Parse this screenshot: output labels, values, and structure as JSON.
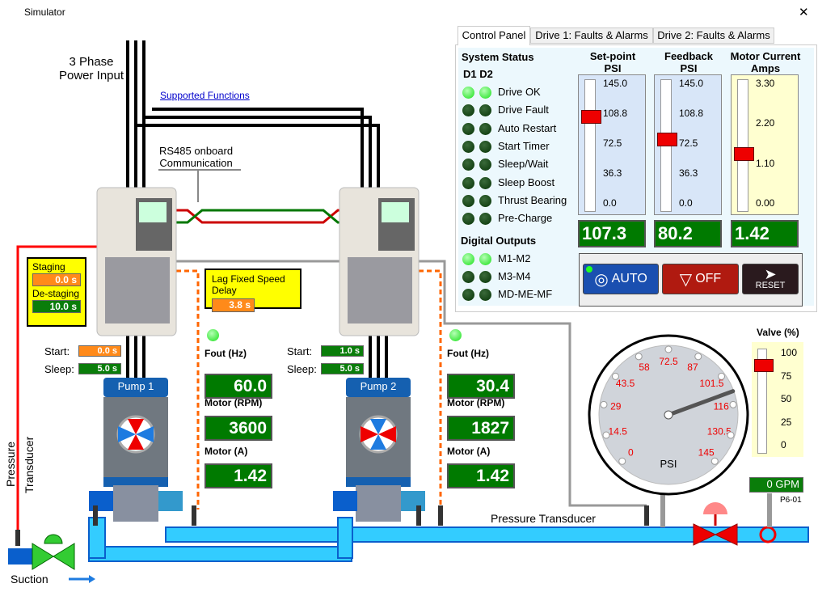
{
  "window": {
    "title": "Simulator",
    "close": "✕"
  },
  "tabs": [
    {
      "label": "Control Panel",
      "active": true
    },
    {
      "label": "Drive 1: Faults & Alarms"
    },
    {
      "label": "Drive 2: Faults & Alarms"
    }
  ],
  "status": {
    "title": "System Status",
    "cols": "D1 D2",
    "items": [
      {
        "label": "Drive OK",
        "d1": true,
        "d2": true
      },
      {
        "label": "Drive Fault",
        "d1": false,
        "d2": false
      },
      {
        "label": "Auto Restart",
        "d1": false,
        "d2": false
      },
      {
        "label": "Start Timer",
        "d1": false,
        "d2": false
      },
      {
        "label": "Sleep/Wait",
        "d1": false,
        "d2": false
      },
      {
        "label": "Sleep Boost",
        "d1": false,
        "d2": false
      },
      {
        "label": "Thrust Bearing",
        "d1": false,
        "d2": false
      },
      {
        "label": "Pre-Charge",
        "d1": false,
        "d2": false
      }
    ]
  },
  "outputs": {
    "title": "Digital Outputs",
    "items": [
      {
        "label": "M1-M2",
        "d1": true,
        "d2": true
      },
      {
        "label": "M3-M4",
        "d1": false,
        "d2": false
      },
      {
        "label": "MD-ME-MF",
        "d1": false,
        "d2": false
      }
    ]
  },
  "setpoint": {
    "title1": "Set-point",
    "title2": "PSI",
    "ticks": [
      "145.0",
      "108.8",
      "72.5",
      "36.3",
      "0.0"
    ],
    "value": "107.3",
    "min": 0,
    "max": 145
  },
  "feedback": {
    "title1": "Feedback",
    "title2": "PSI",
    "ticks": [
      "145.0",
      "108.8",
      "72.5",
      "36.3",
      "0.0"
    ],
    "value": "80.2",
    "min": 0,
    "max": 145
  },
  "current": {
    "title1": "Motor Current",
    "title2": "Amps",
    "ticks": [
      "3.30",
      "2.20",
      "1.10",
      "0.00"
    ],
    "value": "1.42",
    "min": 0,
    "max": 3.3
  },
  "buttons": {
    "auto": "AUTO",
    "off": "OFF",
    "reset": "RESET"
  },
  "diagram": {
    "power": "3 Phase",
    "power2": "Power Input",
    "link": "Supported Functions",
    "rs485": "RS485 onboard",
    "rs485b": "Communication",
    "staging": "Staging",
    "staging_val": "0.0 s",
    "destaging": "De-staging",
    "destaging_val": "10.0 s",
    "lag": "Lag Fixed Speed Delay",
    "lag_val": "3.8 s",
    "pressure": "Pressure",
    "transducer": "Transducer",
    "suction": "Suction",
    "pt_label": "Pressure Transducer",
    "gpm": "0 GPM",
    "p6": "P6-01"
  },
  "pumps": [
    {
      "name": "Pump 1",
      "start_label": "Start:",
      "start": "0.0 s",
      "sleep_label": "Sleep:",
      "sleep": "5.0 s",
      "fout_label": "Fout (Hz)",
      "fout": "60.0",
      "rpm_label": "Motor (RPM)",
      "rpm": "3600",
      "amp_label": "Motor (A)",
      "amps": "1.42"
    },
    {
      "name": "Pump 2",
      "start_label": "Start:",
      "start": "1.0 s",
      "sleep_label": "Sleep:",
      "sleep": "5.0 s",
      "fout_label": "Fout (Hz)",
      "fout": "30.4",
      "rpm_label": "Motor (RPM)",
      "rpm": "1827",
      "amp_label": "Motor (A)",
      "amps": "1.42"
    }
  ],
  "gauge": {
    "unit": "PSI",
    "labels": [
      "0",
      "14.5",
      "29",
      "43.5",
      "58",
      "72.5",
      "87",
      "101.5",
      "116",
      "130.5",
      "145"
    ],
    "value": 110,
    "min": 0,
    "max": 145
  },
  "valve": {
    "title": "Valve (%)",
    "ticks": [
      "100",
      "75",
      "50",
      "25",
      "0"
    ],
    "value": 88
  },
  "colors": {
    "green": "#007a00",
    "orange": "#ff8a1a",
    "yellow": "#ffff00",
    "pipe": "#33ccff",
    "red": "#ff0000"
  }
}
